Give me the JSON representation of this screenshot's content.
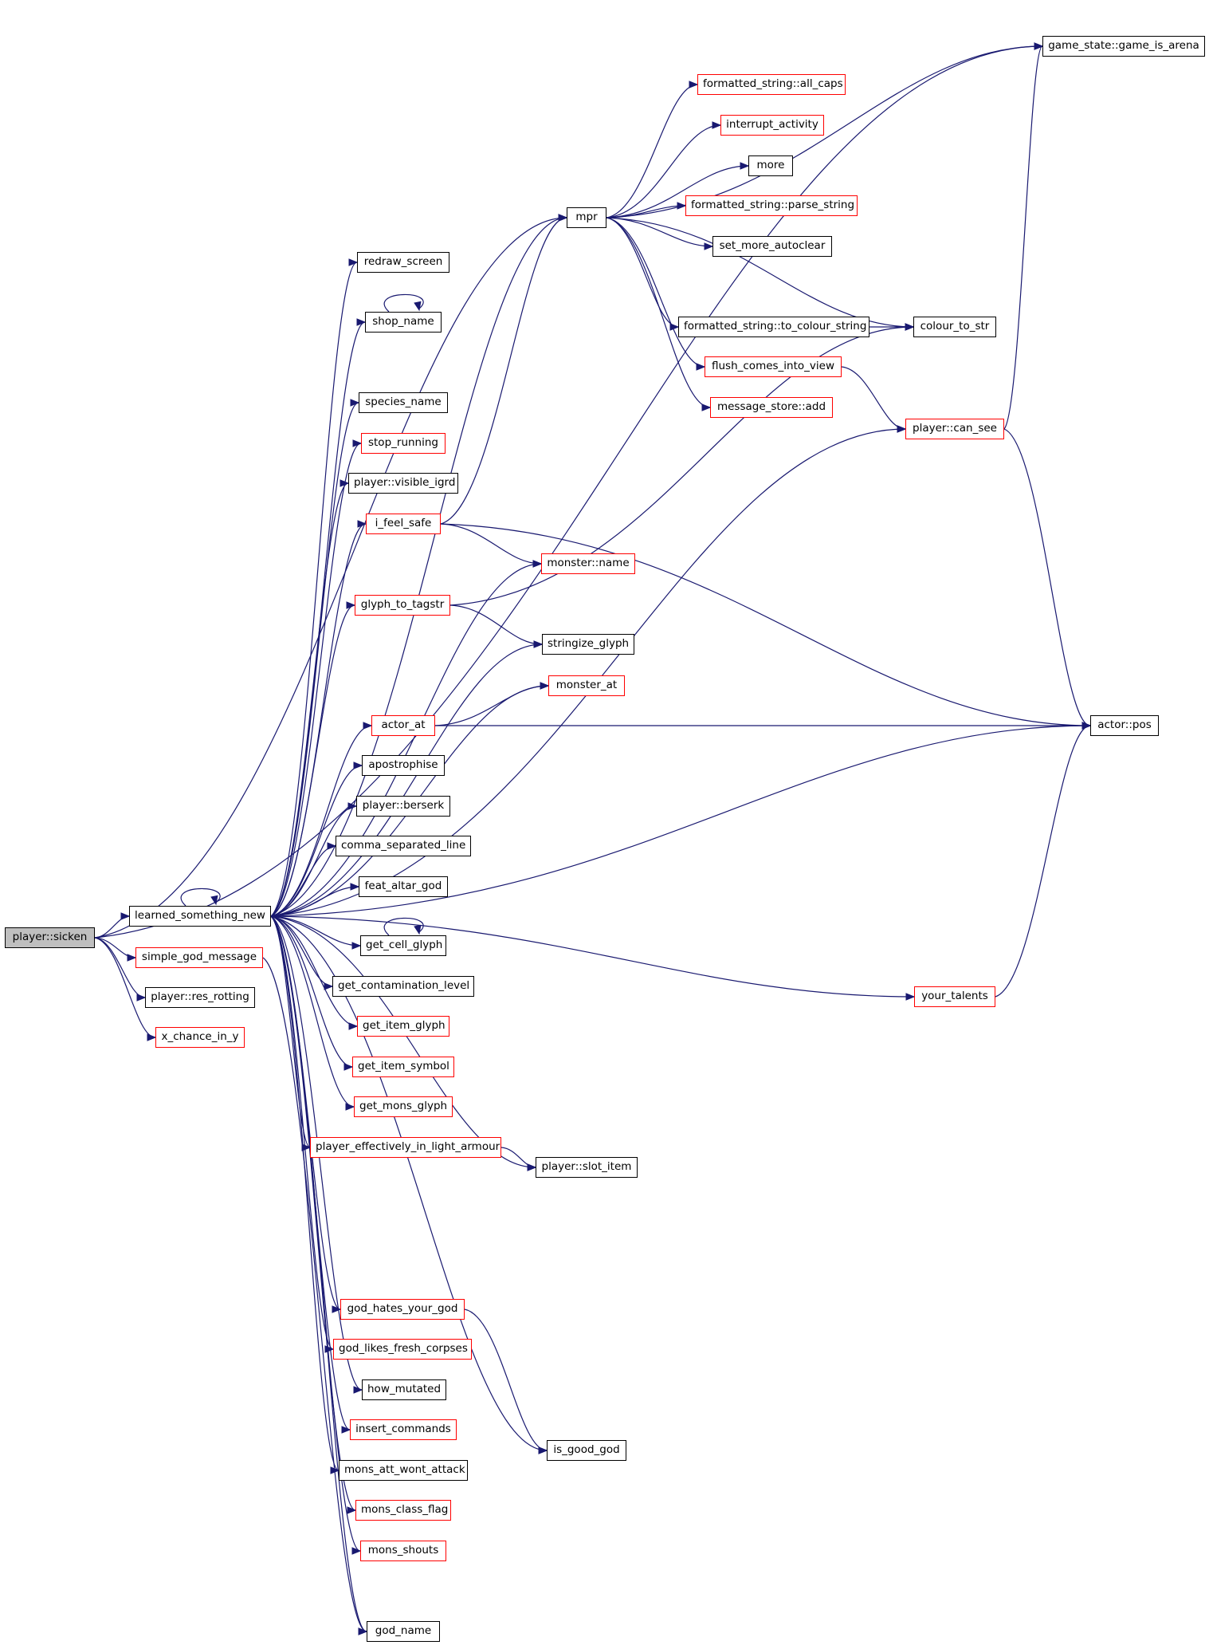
{
  "graph": {
    "root": "player::sicken",
    "edge_color": "#191970",
    "node_border_color": "#000000",
    "incomplete_node_border_color": "#ff0000",
    "root_fill_color": "#bfbfbf",
    "nodes": {
      "sicken": {
        "label": "player::sicken",
        "style": "root"
      },
      "learned": {
        "label": "learned_something_new",
        "style": "black"
      },
      "simple_god": {
        "label": "simple_god_message",
        "style": "red"
      },
      "res_rotting": {
        "label": "player::res_rotting",
        "style": "black"
      },
      "x_chance": {
        "label": "x_chance_in_y",
        "style": "red"
      },
      "mpr": {
        "label": "mpr",
        "style": "black"
      },
      "redraw": {
        "label": "redraw_screen",
        "style": "black"
      },
      "shop_name": {
        "label": "shop_name",
        "style": "black"
      },
      "species_name": {
        "label": "species_name",
        "style": "black"
      },
      "stop_running": {
        "label": "stop_running",
        "style": "red"
      },
      "visible_igrd": {
        "label": "player::visible_igrd",
        "style": "black"
      },
      "i_feel_safe": {
        "label": "i_feel_safe",
        "style": "red"
      },
      "monster_name": {
        "label": "monster::name",
        "style": "red"
      },
      "glyph_to_tagstr": {
        "label": "glyph_to_tagstr",
        "style": "red"
      },
      "stringize_glyph": {
        "label": "stringize_glyph",
        "style": "black"
      },
      "monster_at": {
        "label": "monster_at",
        "style": "red"
      },
      "actor_at": {
        "label": "actor_at",
        "style": "red"
      },
      "apostrophise": {
        "label": "apostrophise",
        "style": "black"
      },
      "berserk": {
        "label": "player::berserk",
        "style": "black"
      },
      "comma_line": {
        "label": "comma_separated_line",
        "style": "black"
      },
      "feat_altar": {
        "label": "feat_altar_god",
        "style": "black"
      },
      "get_cell_glyph": {
        "label": "get_cell_glyph",
        "style": "black"
      },
      "get_contam": {
        "label": "get_contamination_level",
        "style": "black"
      },
      "get_item_glyph": {
        "label": "get_item_glyph",
        "style": "red"
      },
      "get_item_symbol": {
        "label": "get_item_symbol",
        "style": "red"
      },
      "get_mons_glyph": {
        "label": "get_mons_glyph",
        "style": "red"
      },
      "light_armour": {
        "label": "player_effectively_in_light_armour",
        "style": "red"
      },
      "slot_item": {
        "label": "player::slot_item",
        "style": "black"
      },
      "your_talents": {
        "label": "your_talents",
        "style": "red"
      },
      "god_hates": {
        "label": "god_hates_your_god",
        "style": "red"
      },
      "god_likes": {
        "label": "god_likes_fresh_corpses",
        "style": "red"
      },
      "how_mutated": {
        "label": "how_mutated",
        "style": "black"
      },
      "insert_commands": {
        "label": "insert_commands",
        "style": "red"
      },
      "mons_wont_attack": {
        "label": "mons_att_wont_attack",
        "style": "black"
      },
      "mons_class_flag": {
        "label": "mons_class_flag",
        "style": "red"
      },
      "mons_shouts": {
        "label": "mons_shouts",
        "style": "red"
      },
      "god_name": {
        "label": "god_name",
        "style": "black"
      },
      "is_good_god": {
        "label": "is_good_god",
        "style": "black"
      },
      "all_caps": {
        "label": "formatted_string::all_caps",
        "style": "red"
      },
      "interrupt": {
        "label": "interrupt_activity",
        "style": "red"
      },
      "more": {
        "label": "more",
        "style": "black"
      },
      "parse_string": {
        "label": "formatted_string::parse_string",
        "style": "red"
      },
      "set_more": {
        "label": "set_more_autoclear",
        "style": "black"
      },
      "to_colour_string": {
        "label": "formatted_string::to_colour_string",
        "style": "black"
      },
      "flush": {
        "label": "flush_comes_into_view",
        "style": "red"
      },
      "msg_add": {
        "label": "message_store::add",
        "style": "red"
      },
      "colour_to_str": {
        "label": "colour_to_str",
        "style": "black"
      },
      "can_see": {
        "label": "player::can_see",
        "style": "red"
      },
      "game_is_arena": {
        "label": "game_state::game_is_arena",
        "style": "black"
      },
      "actor_pos": {
        "label": "actor::pos",
        "style": "black"
      }
    },
    "edges": [
      [
        "sicken",
        "learned"
      ],
      [
        "sicken",
        "simple_god"
      ],
      [
        "sicken",
        "res_rotting"
      ],
      [
        "sicken",
        "x_chance"
      ],
      [
        "sicken",
        "game_is_arena"
      ],
      [
        "sicken",
        "mpr"
      ],
      [
        "learned",
        "learned"
      ],
      [
        "learned",
        "mpr"
      ],
      [
        "learned",
        "redraw"
      ],
      [
        "learned",
        "shop_name"
      ],
      [
        "learned",
        "species_name"
      ],
      [
        "learned",
        "stop_running"
      ],
      [
        "learned",
        "visible_igrd"
      ],
      [
        "learned",
        "i_feel_safe"
      ],
      [
        "learned",
        "monster_name"
      ],
      [
        "learned",
        "glyph_to_tagstr"
      ],
      [
        "learned",
        "stringize_glyph"
      ],
      [
        "learned",
        "monster_at"
      ],
      [
        "learned",
        "actor_at"
      ],
      [
        "learned",
        "apostrophise"
      ],
      [
        "learned",
        "berserk"
      ],
      [
        "learned",
        "comma_line"
      ],
      [
        "learned",
        "feat_altar"
      ],
      [
        "learned",
        "get_cell_glyph"
      ],
      [
        "learned",
        "get_contam"
      ],
      [
        "learned",
        "get_item_glyph"
      ],
      [
        "learned",
        "get_item_symbol"
      ],
      [
        "learned",
        "get_mons_glyph"
      ],
      [
        "learned",
        "light_armour"
      ],
      [
        "learned",
        "slot_item"
      ],
      [
        "learned",
        "your_talents"
      ],
      [
        "learned",
        "actor_pos"
      ],
      [
        "learned",
        "god_hates"
      ],
      [
        "learned",
        "god_likes"
      ],
      [
        "learned",
        "how_mutated"
      ],
      [
        "learned",
        "insert_commands"
      ],
      [
        "learned",
        "mons_wont_attack"
      ],
      [
        "learned",
        "mons_class_flag"
      ],
      [
        "learned",
        "mons_shouts"
      ],
      [
        "learned",
        "god_name"
      ],
      [
        "learned",
        "is_good_god"
      ],
      [
        "learned",
        "can_see"
      ],
      [
        "simple_god",
        "god_name"
      ],
      [
        "shop_name",
        "shop_name"
      ],
      [
        "get_cell_glyph",
        "get_cell_glyph"
      ],
      [
        "mpr",
        "game_is_arena"
      ],
      [
        "mpr",
        "all_caps"
      ],
      [
        "mpr",
        "interrupt"
      ],
      [
        "mpr",
        "more"
      ],
      [
        "mpr",
        "parse_string"
      ],
      [
        "mpr",
        "set_more"
      ],
      [
        "mpr",
        "colour_to_str"
      ],
      [
        "mpr",
        "to_colour_string"
      ],
      [
        "mpr",
        "flush"
      ],
      [
        "mpr",
        "msg_add"
      ],
      [
        "to_colour_string",
        "colour_to_str"
      ],
      [
        "flush",
        "can_see"
      ],
      [
        "can_see",
        "game_is_arena"
      ],
      [
        "can_see",
        "actor_pos"
      ],
      [
        "i_feel_safe",
        "mpr"
      ],
      [
        "i_feel_safe",
        "monster_name"
      ],
      [
        "i_feel_safe",
        "actor_pos"
      ],
      [
        "glyph_to_tagstr",
        "colour_to_str"
      ],
      [
        "glyph_to_tagstr",
        "stringize_glyph"
      ],
      [
        "actor_at",
        "monster_at"
      ],
      [
        "actor_at",
        "actor_pos"
      ],
      [
        "light_armour",
        "slot_item"
      ],
      [
        "your_talents",
        "actor_pos"
      ],
      [
        "god_hates",
        "is_good_god"
      ]
    ]
  }
}
